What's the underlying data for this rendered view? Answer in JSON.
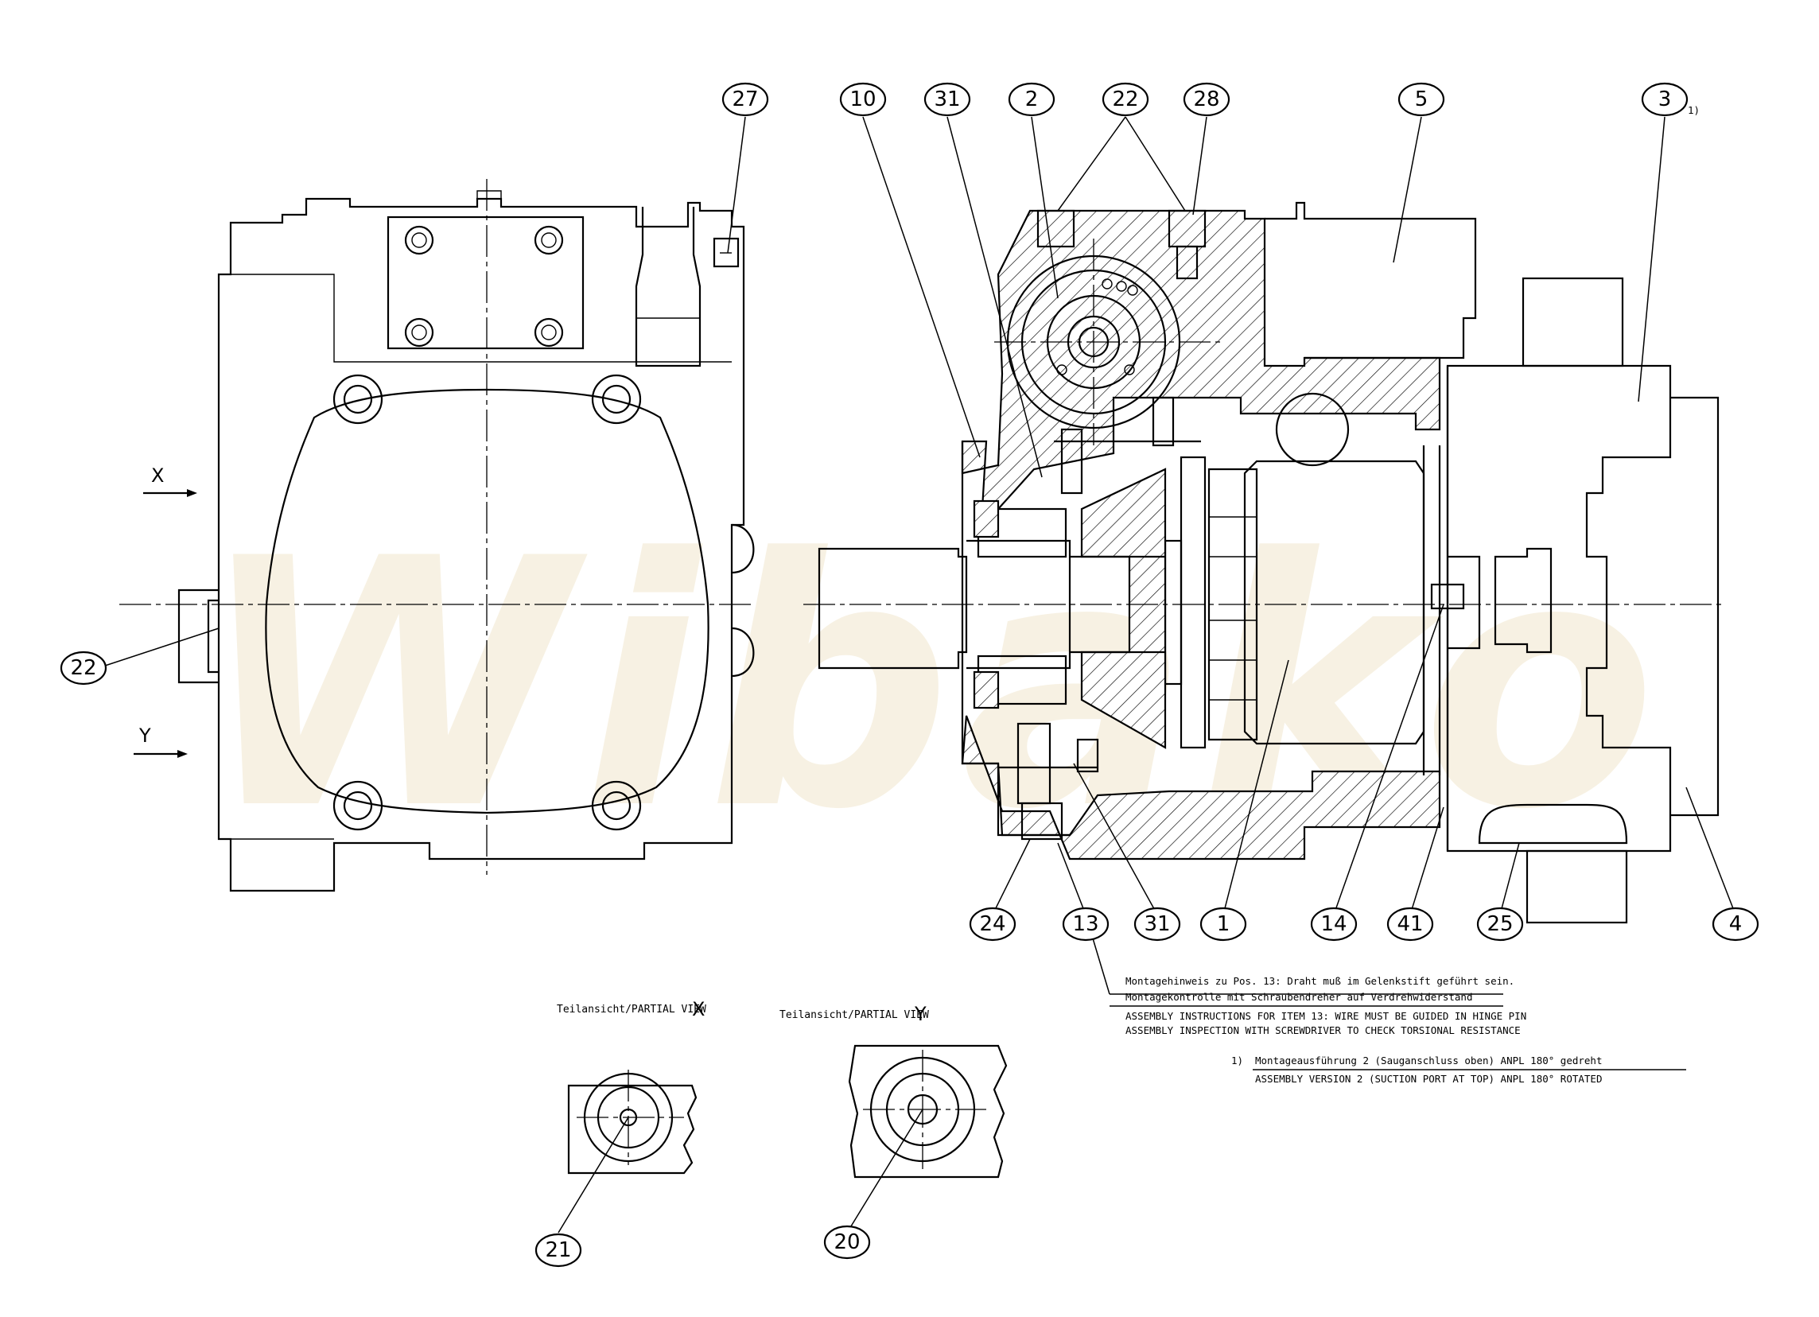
{
  "watermark": "Wibako",
  "balloons": [
    "27",
    "10",
    "31",
    "2",
    "22",
    "28",
    "5",
    "3",
    "22",
    "24",
    "13",
    "31",
    "1",
    "14",
    "41",
    "25",
    "4",
    "21",
    "20"
  ],
  "footnote_marker": "1)",
  "view_arrows": {
    "x": "X",
    "y": "Y"
  },
  "assembly_note": {
    "de_line1": "Montagehinweis zu Pos. 13: Draht muß im Gelenkstift geführt sein.",
    "de_line2": "Montagekontrolle mit Schraubendreher auf Verdrehwiderstand",
    "en_line1": "ASSEMBLY INSTRUCTIONS FOR ITEM 13: WIRE MUST BE GUIDED IN HINGE PIN",
    "en_line2": "ASSEMBLY INSPECTION WITH SCREWDRIVER TO CHECK TORSIONAL RESISTANCE"
  },
  "footnote": {
    "marker": "1)",
    "de": "Montageausführung 2 (Sauganschluss oben) ANPL 180° gedreht",
    "en": "ASSEMBLY VERSION 2 (SUCTION PORT AT TOP) ANPL 180° ROTATED"
  },
  "partial_view_x": {
    "label": "Teilansicht/PARTIAL VIEW",
    "letter": "X"
  },
  "partial_view_y": {
    "label": "Teilansicht/PARTIAL VIEW",
    "letter": "Y"
  }
}
